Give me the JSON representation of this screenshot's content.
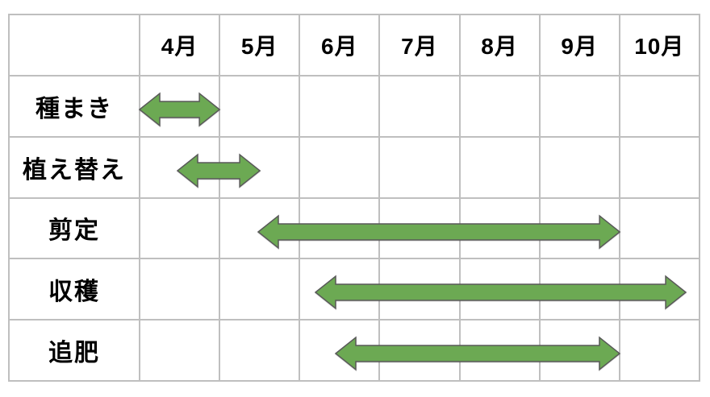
{
  "chart_data": {
    "type": "gantt",
    "title": "",
    "months": [
      "4月",
      "5月",
      "6月",
      "7月",
      "8月",
      "9月",
      "10月"
    ],
    "rows": [
      {
        "label": "種まき",
        "start_month": 4.0,
        "end_month": 5.0
      },
      {
        "label": "植え替え",
        "start_month": 4.47,
        "end_month": 5.5
      },
      {
        "label": "剪定",
        "start_month": 5.48,
        "end_month": 10.0
      },
      {
        "label": "収穫",
        "start_month": 6.2,
        "end_month": 10.83
      },
      {
        "label": "追肥",
        "start_month": 6.45,
        "end_month": 10.0
      }
    ],
    "axis": {
      "month_range_start": "4月",
      "month_range_end": "10月",
      "grid": true,
      "legend": false
    },
    "colors": {
      "arrow_fill": "#6CA953",
      "arrow_outline": "#595959",
      "grid_line": "#BFBFBF",
      "text": "#000000",
      "background": "#ffffff"
    }
  }
}
